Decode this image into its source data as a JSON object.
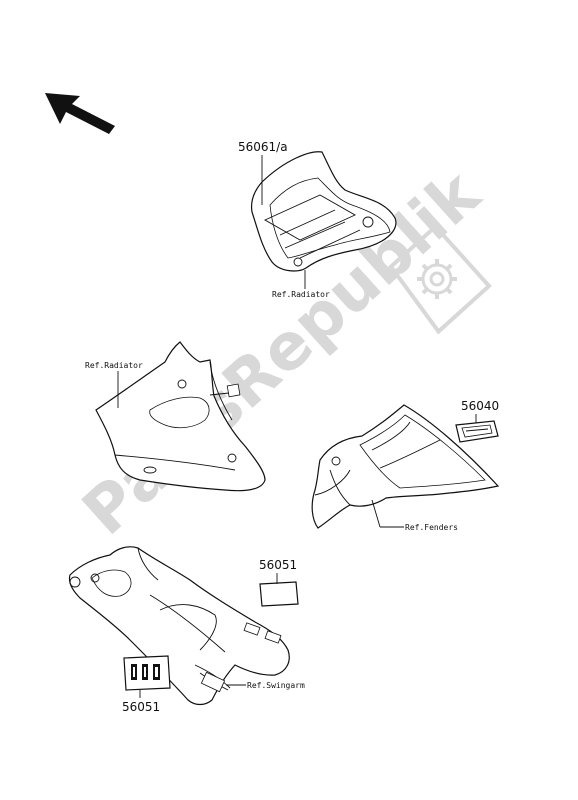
{
  "labels": {
    "part_56061a": "56061/a",
    "part_56040": "56040",
    "part_56051_right": "56051",
    "part_56051_bottom": "56051"
  },
  "references": {
    "radiator_top": "Ref.Radiator",
    "radiator_left": "Ref.Radiator",
    "fenders": "Ref.Fenders",
    "swingarm": "Ref.Swingarm"
  },
  "watermark": {
    "text": "PartsRepublik"
  },
  "icons": {
    "orientation": "arrow-up-left-icon",
    "watermark_logo": "gear-logo-icon"
  },
  "colors": {
    "ink": "#111111",
    "watermark": "#d8d8d8"
  }
}
